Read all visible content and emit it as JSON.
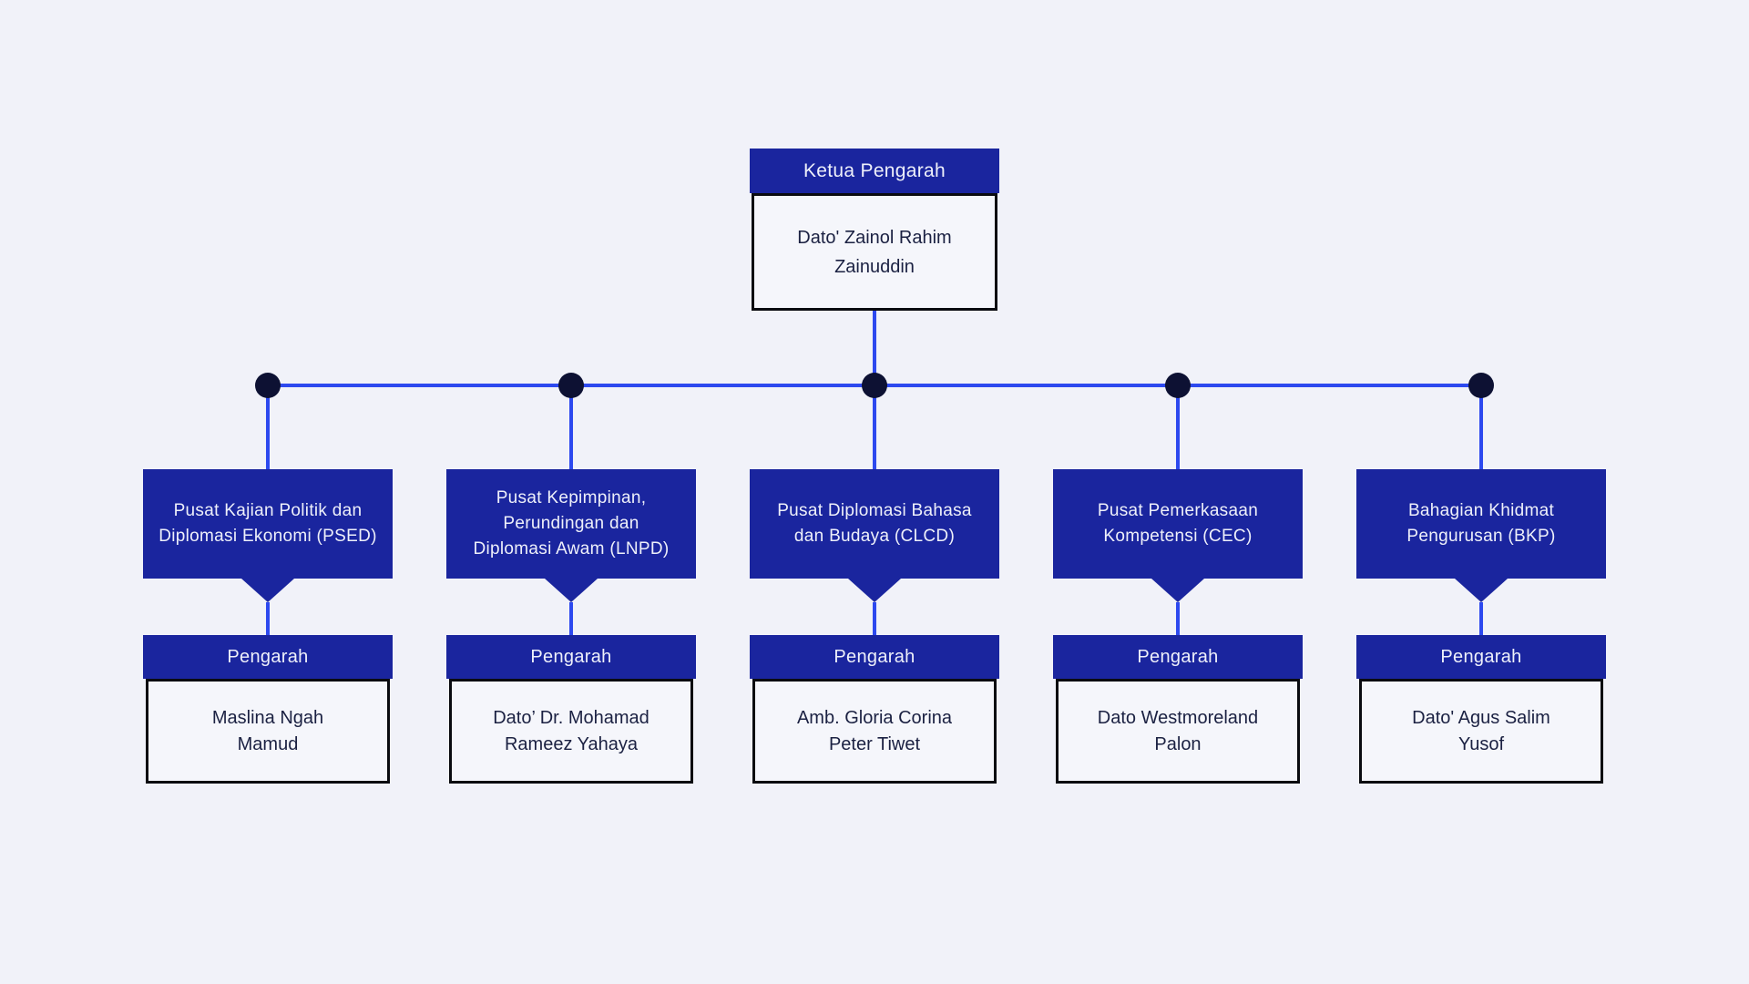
{
  "org_chart": {
    "root": {
      "title": "Ketua Pengarah",
      "name": "Dato' Zainol Rahim\nZainuddin"
    },
    "departments": [
      {
        "title": "Pusat Kajian Politik dan\nDiplomasi Ekonomi (PSED)",
        "role": "Pengarah",
        "director": "Maslina Ngah\nMamud"
      },
      {
        "title": "Pusat Kepimpinan,\nPerundingan dan\nDiplomasi Awam (LNPD)",
        "role": "Pengarah",
        "director": "Dato’ Dr. Mohamad\nRameez Yahaya"
      },
      {
        "title": "Pusat Diplomasi Bahasa\ndan Budaya (CLCD)",
        "role": "Pengarah",
        "director": "Amb. Gloria Corina\nPeter Tiwet"
      },
      {
        "title": "Pusat Pemerkasaan\nKompetensi (CEC)",
        "role": "Pengarah",
        "director": "Dato Westmoreland\nPalon"
      },
      {
        "title": "Bahagian Khidmat\nPengurusan (BKP)",
        "role": "Pengarah",
        "director": "Dato' Agus Salim\nYusof"
      }
    ],
    "colors": {
      "page_background": "#f1f2f9",
      "box_blue": "#1a259e",
      "connector_blue": "#2d49ef",
      "node_dot_navy": "#0d1133",
      "border_black": "#0a0b10",
      "card_background": "#f5f6fb",
      "text_on_blue": "#eef0fa",
      "text_dark_navy": "#1b2142"
    }
  }
}
